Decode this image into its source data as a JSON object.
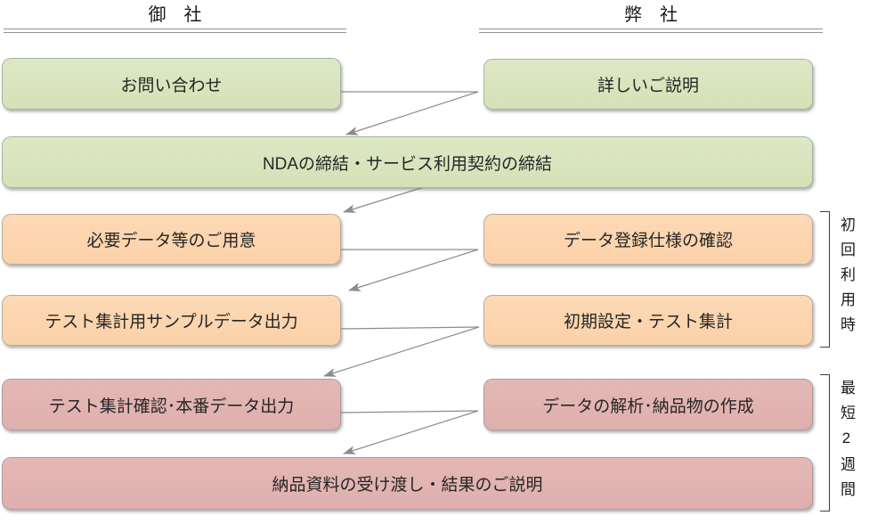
{
  "headers": {
    "left": "御　社",
    "right": "弊　社"
  },
  "steps": [
    {
      "label": "お問い合わせ"
    },
    {
      "label": "詳しいご説明"
    },
    {
      "label": "NDAの締結・サービス利用契約の締結"
    },
    {
      "label": "必要データ等のご用意"
    },
    {
      "label": "データ登録仕様の確認"
    },
    {
      "label": "テスト集計用サンプルデータ出力"
    },
    {
      "label": "初期設定・テスト集計"
    },
    {
      "label": "テスト集計確認･本番データ出力"
    },
    {
      "label": "データの解析･納品物の作成"
    },
    {
      "label": "納品資料の受け渡し・結果のご説明"
    }
  ],
  "side_annotations": [
    {
      "label": "初回利用時"
    },
    {
      "label": "最短2週間"
    }
  ],
  "colors": {
    "step_green": "#d7e3bc",
    "step_orange": "#fcd4ad",
    "step_pink": "#e1b3b1",
    "connector": "#8c8c8c",
    "header_rule": "#919191",
    "bracket": "#3f3f3f",
    "text": "#262626"
  }
}
